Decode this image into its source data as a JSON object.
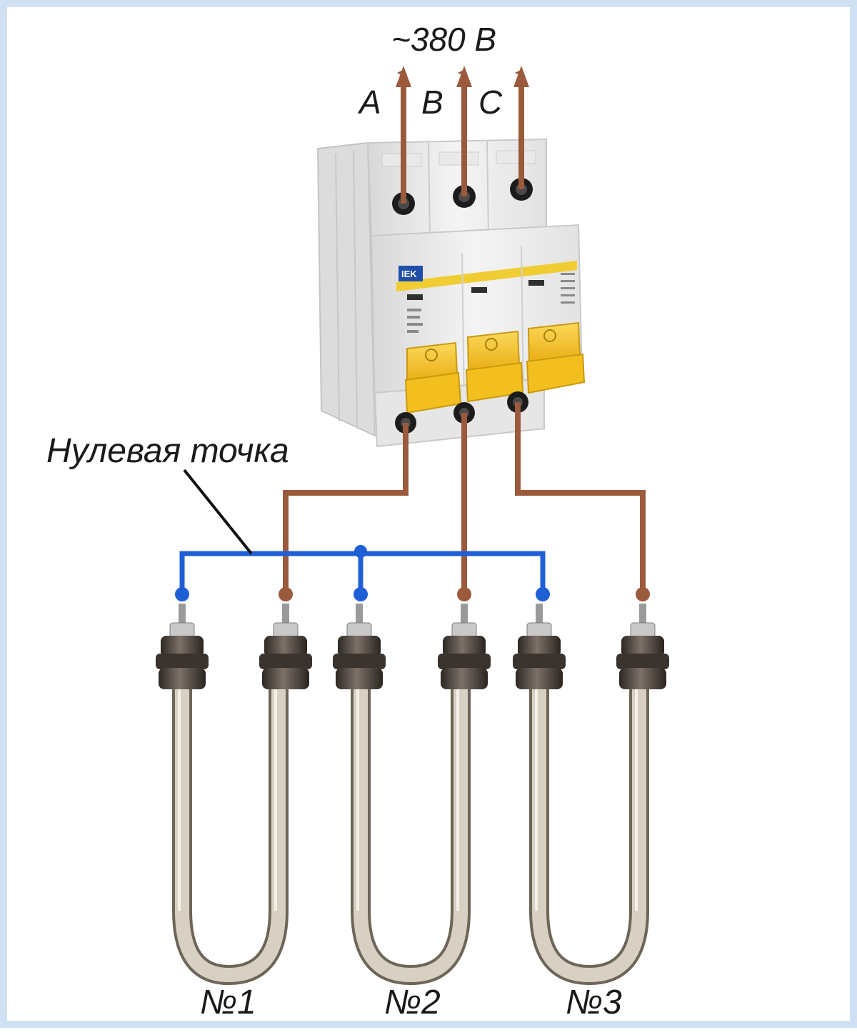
{
  "diagram": {
    "supply_voltage": "~380 В",
    "phases": [
      "A",
      "B",
      "C"
    ],
    "neutral_label": "Нулевая точка",
    "heaters": [
      "№1",
      "№2",
      "№3"
    ],
    "breaker_brand": "IEK"
  },
  "colors": {
    "phase_wire": "#9b5a3c",
    "neutral_wire": "#1f5fd6",
    "breaker_handle": "#f5c22a",
    "frame_border": "#cfe0f2"
  }
}
